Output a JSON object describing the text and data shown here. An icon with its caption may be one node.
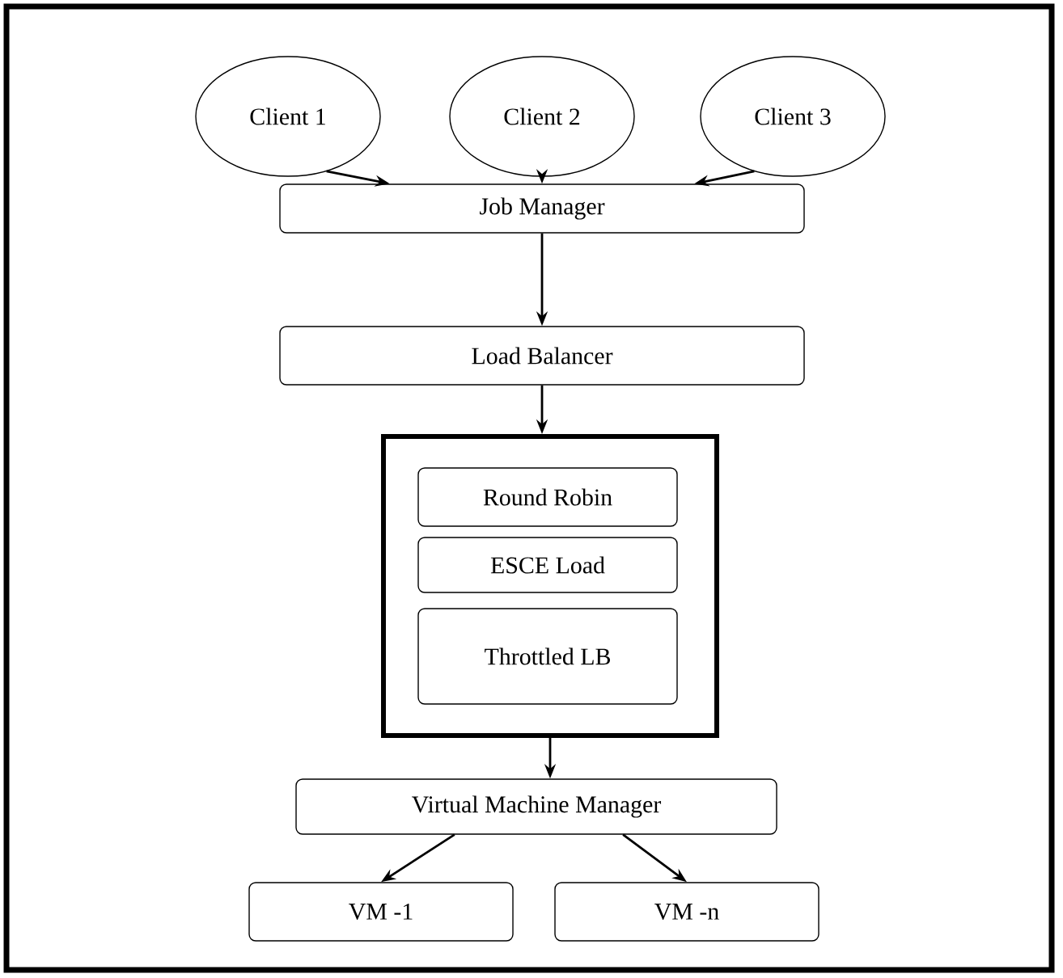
{
  "diagram": {
    "nodes": [
      {
        "text": [
          "Client 1"
        ]
      },
      {
        "text": [
          "Client 2"
        ]
      },
      {
        "text": [
          "Client 3"
        ]
      },
      {
        "text": [
          "Job Manager"
        ]
      },
      {
        "text": [
          "Load Balancer"
        ]
      },
      {
        "text": [],
        "shape": "box"
      },
      {
        "text": [
          "Round Robin"
        ],
        "in": 5
      },
      {
        "text": [
          "ESCE Load"
        ],
        "in": 5
      },
      {
        "text": [
          "Throttled LB"
        ],
        "in": 5
      },
      {
        "text": [
          "Virtual Machine Manager"
        ]
      },
      {
        "text": [
          "VM -1"
        ]
      },
      {
        "text": [
          "VM -n"
        ]
      }
    ],
    "edges": [
      {
        "from": 0,
        "to": 3,
        "arrow": "to"
      },
      {
        "from": 1,
        "to": 3,
        "arrow": "to"
      },
      {
        "from": 2,
        "to": 3,
        "arrow": "to"
      },
      {
        "from": 3,
        "to": 4,
        "arrow": "to"
      },
      {
        "from": 4,
        "to": 5,
        "arrow": "to"
      },
      {
        "from": 5,
        "to": 9,
        "arrow": "to"
      },
      {
        "from": 9,
        "to": 10,
        "arrow": "to"
      },
      {
        "from": 9,
        "to": 11,
        "arrow": "to"
      }
    ]
  }
}
